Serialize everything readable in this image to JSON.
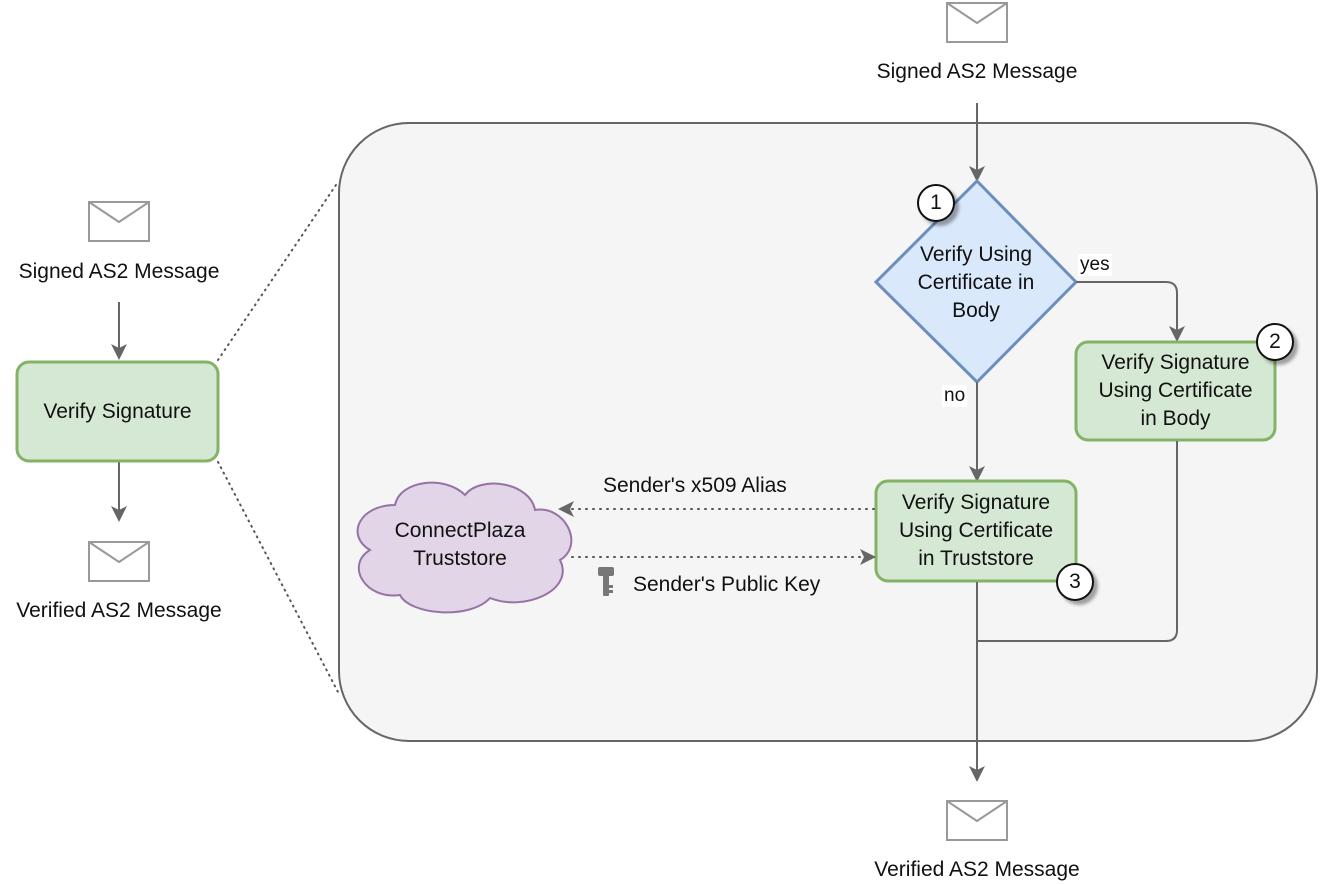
{
  "overview": {
    "input_label": "Signed AS2 Message",
    "process_label": "Verify Signature",
    "output_label": "Verified AS2 Message"
  },
  "detail": {
    "input_label": "Signed AS2 Message",
    "output_label": "Verified AS2 Message",
    "decision": {
      "number": "1",
      "label_lines": [
        "Verify Using",
        "Certificate in",
        "Body"
      ]
    },
    "step_body": {
      "number": "2",
      "label_lines": [
        "Verify Signature",
        "Using Certificate",
        "in Body"
      ]
    },
    "step_truststore": {
      "number": "3",
      "label_lines": [
        "Verify Signature",
        "Using Certificate",
        "in Truststore"
      ]
    },
    "truststore": {
      "label_lines": [
        "ConnectPlaza",
        "Truststore"
      ]
    },
    "edges": {
      "yes": "yes",
      "no": "no",
      "alias": "Sender's x509 Alias",
      "public_key": "Sender's Public Key"
    }
  },
  "colors": {
    "process_fill": "#d5e8d4",
    "process_stroke": "#82b366",
    "decision_fill": "#dae8fc",
    "decision_stroke": "#6c8ebf",
    "cloud_fill": "#e1d5e7",
    "cloud_stroke": "#9673a6",
    "container_fill": "#f5f5f5",
    "container_stroke": "#666666",
    "edge": "#666666",
    "envelope": "#999999"
  }
}
